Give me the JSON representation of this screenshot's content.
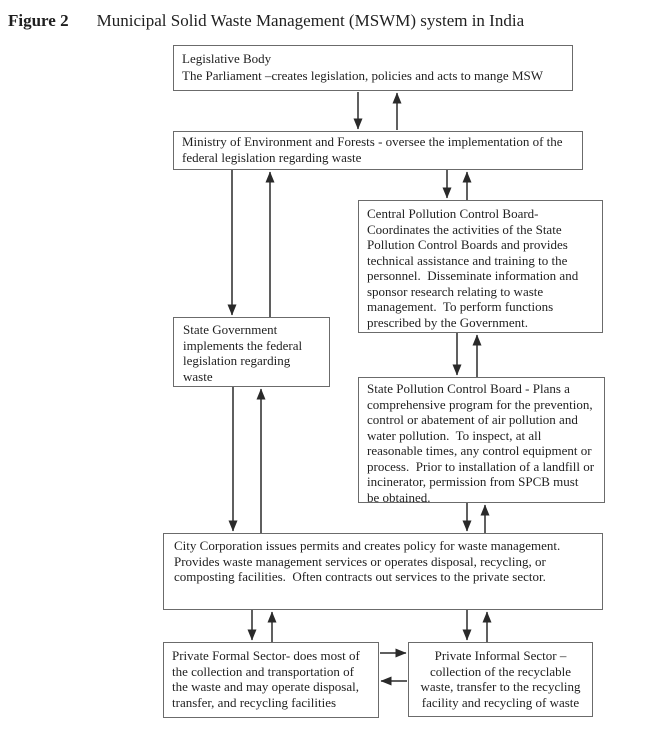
{
  "title": {
    "label": "Figure 2",
    "text": "Municipal Solid Waste Management (MSWM) system in India"
  },
  "nodes": {
    "legislative": {
      "text": "Legislative Body\nThe Parliament –creates legislation, policies and acts to mange MSW"
    },
    "ministry": {
      "text": "Ministry of Environment and Forests - oversee the implementation of the\nfederal legislation regarding waste"
    },
    "cpcb": {
      "text": "Central Pollution Control Board-\nCoordinates the activities of the State\nPollution Control Boards and provides\ntechnical assistance and training to the\npersonnel.  Disseminate information and\nsponsor research relating to waste\nmanagement.  To perform functions\nprescribed by the Government."
    },
    "state_government": {
      "text": "State Government\nimplements the federal\nlegislation regarding\nwaste"
    },
    "spcb": {
      "text": "State Pollution Control Board - Plans a\ncomprehensive program for the prevention,\ncontrol or abatement of air pollution and\nwater pollution.  To inspect, at all\nreasonable times, any control equipment or\nprocess.  Prior to installation of a landfill or\nincinerator, permission from SPCB must\nbe obtained."
    },
    "city_corporation": {
      "text": "City Corporation issues permits and creates policy for waste management.\nProvides waste management services or operates disposal, recycling, or\ncomposting facilities.  Often contracts out services to the private sector."
    },
    "private_formal": {
      "text": "Private Formal Sector- does most of\nthe collection and transportation of\nthe waste and may operate disposal,\ntransfer, and recycling facilities"
    },
    "private_informal": {
      "text": "Private Informal Sector –\ncollection of the recyclable\nwaste, transfer to the recycling\nfacility and recycling of waste"
    }
  },
  "edges": [
    {
      "from": "legislative",
      "to": "ministry",
      "type": "bidirectional"
    },
    {
      "from": "ministry",
      "to": "central_pollution_control_board",
      "type": "bidirectional"
    },
    {
      "from": "ministry",
      "to": "state_government",
      "type": "bidirectional"
    },
    {
      "from": "central_pollution_control_board",
      "to": "state_pollution_control_board",
      "type": "bidirectional"
    },
    {
      "from": "state_government",
      "to": "city_corporation",
      "type": "bidirectional"
    },
    {
      "from": "state_pollution_control_board",
      "to": "city_corporation",
      "type": "bidirectional"
    },
    {
      "from": "city_corporation",
      "to": "private_formal",
      "type": "bidirectional"
    },
    {
      "from": "city_corporation",
      "to": "private_informal",
      "type": "bidirectional"
    },
    {
      "from": "private_formal",
      "to": "private_informal",
      "type": "bidirectional"
    }
  ],
  "colors": {
    "background": "#ffffff",
    "box_border": "#6b6b6b",
    "arrow": "#2a2a2a",
    "text": "#1f1f1f"
  }
}
